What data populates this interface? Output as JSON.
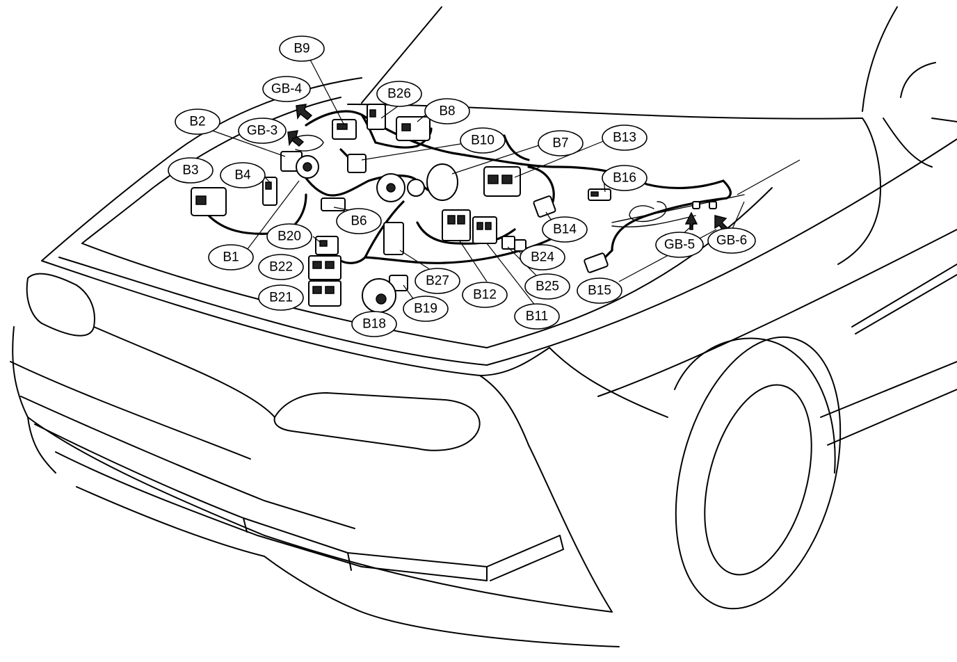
{
  "colors": {
    "ink": "#000000",
    "paper": "#ffffff"
  },
  "labels": {
    "B9": "B9",
    "GB4": "GB-4",
    "B26": "B26",
    "B8": "B8",
    "B2": "B2",
    "GB3": "GB-3",
    "B10": "B10",
    "B7": "B7",
    "B13": "B13",
    "B3": "B3",
    "B4": "B4",
    "B16": "B16",
    "B6": "B6",
    "B14": "B14",
    "B20": "B20",
    "GB5": "GB-5",
    "GB6": "GB-6",
    "B1": "B1",
    "B22": "B22",
    "B24": "B24",
    "B27": "B27",
    "B25": "B25",
    "B21": "B21",
    "B12": "B12",
    "B15": "B15",
    "B19": "B19",
    "B11": "B11",
    "B18": "B18"
  }
}
